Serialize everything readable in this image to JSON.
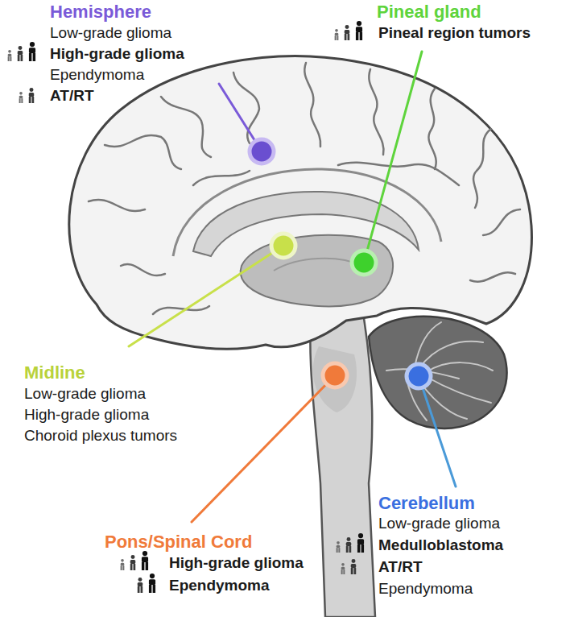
{
  "diagram": {
    "labels": [
      "Hemisphere",
      "Low-grade glioma",
      "High-grade glioma",
      "Ependymoma",
      "AT/RT",
      "Pineal gland",
      "Pineal region tumors",
      "Midline",
      "Low-grade glioma",
      "High-grade glioma",
      "Choroid plexus tumors",
      "Pons/Spinal Cord",
      "High-grade glioma",
      "Ependymoma",
      "Cerebellum",
      "Low-grade glioma",
      "Medulloblastoma",
      "AT/RT",
      "Ependymoma"
    ]
  }
}
